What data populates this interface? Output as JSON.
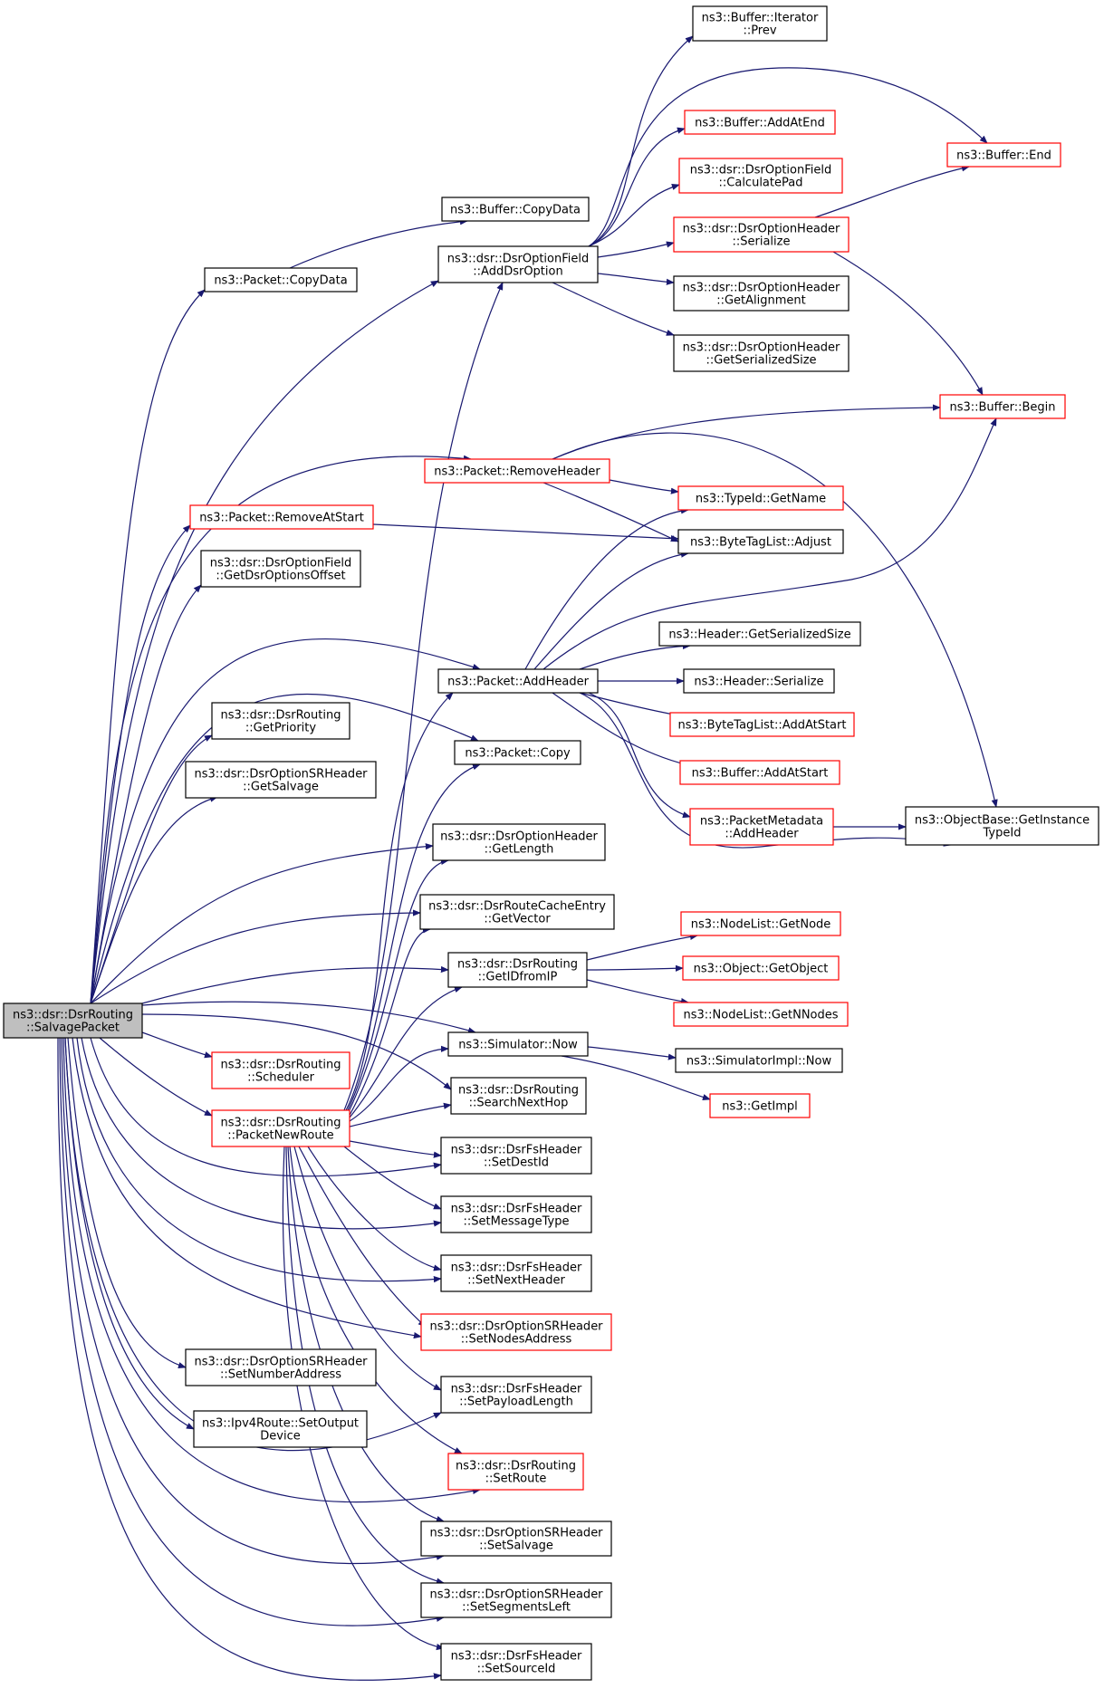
{
  "colors": {
    "edge": "#191970",
    "border_default": "#000000",
    "border_clickable": "#ff0000",
    "root_fill": "#bfbfbf"
  },
  "nodes": {
    "root": {
      "lines": [
        "ns3::dsr::DsrRouting",
        "::SalvagePacket"
      ],
      "style": "root"
    },
    "buf_prev": {
      "lines": [
        "ns3::Buffer::Iterator",
        "::Prev"
      ],
      "style": "black"
    },
    "buf_addatend": {
      "lines": [
        "ns3::Buffer::AddAtEnd"
      ],
      "style": "red"
    },
    "buf_end": {
      "lines": [
        "ns3::Buffer::End"
      ],
      "style": "red"
    },
    "calcpad": {
      "lines": [
        "ns3::dsr::DsrOptionField",
        "::CalculatePad"
      ],
      "style": "red"
    },
    "buf_copydata": {
      "lines": [
        "ns3::Buffer::CopyData"
      ],
      "style": "black"
    },
    "pkt_copydata": {
      "lines": [
        "ns3::Packet::CopyData"
      ],
      "style": "black"
    },
    "adddsroption": {
      "lines": [
        "ns3::dsr::DsrOptionField",
        "::AddDsrOption"
      ],
      "style": "black"
    },
    "ohdr_serialize": {
      "lines": [
        "ns3::dsr::DsrOptionHeader",
        "::Serialize"
      ],
      "style": "red"
    },
    "ohdr_getalign": {
      "lines": [
        "ns3::dsr::DsrOptionHeader",
        "::GetAlignment"
      ],
      "style": "black"
    },
    "ohdr_getsersize": {
      "lines": [
        "ns3::dsr::DsrOptionHeader",
        "::GetSerializedSize"
      ],
      "style": "black"
    },
    "buf_begin": {
      "lines": [
        "ns3::Buffer::Begin"
      ],
      "style": "red"
    },
    "pkt_removeheader": {
      "lines": [
        "ns3::Packet::RemoveHeader"
      ],
      "style": "red"
    },
    "typeid_getname": {
      "lines": [
        "ns3::TypeId::GetName"
      ],
      "style": "red"
    },
    "pkt_removeatstart": {
      "lines": [
        "ns3::Packet::RemoveAtStart"
      ],
      "style": "red"
    },
    "btl_adjust": {
      "lines": [
        "ns3::ByteTagList::Adjust"
      ],
      "style": "black"
    },
    "getdsroptionsoffset": {
      "lines": [
        "ns3::dsr::DsrOptionField",
        "::GetDsrOptionsOffset"
      ],
      "style": "black"
    },
    "hdr_getsersize": {
      "lines": [
        "ns3::Header::GetSerializedSize"
      ],
      "style": "black"
    },
    "pkt_addheader": {
      "lines": [
        "ns3::Packet::AddHeader"
      ],
      "style": "black"
    },
    "hdr_serialize": {
      "lines": [
        "ns3::Header::Serialize"
      ],
      "style": "black"
    },
    "dsr_getpriority": {
      "lines": [
        "ns3::dsr::DsrRouting",
        "::GetPriority"
      ],
      "style": "black"
    },
    "btl_addatstart": {
      "lines": [
        "ns3::ByteTagList::AddAtStart"
      ],
      "style": "red"
    },
    "pkt_copy": {
      "lines": [
        "ns3::Packet::Copy"
      ],
      "style": "black"
    },
    "srh_getsalvage": {
      "lines": [
        "ns3::dsr::DsrOptionSRHeader",
        "::GetSalvage"
      ],
      "style": "black"
    },
    "buf_addatstart": {
      "lines": [
        "ns3::Buffer::AddAtStart"
      ],
      "style": "red"
    },
    "pm_addheader": {
      "lines": [
        "ns3::PacketMetadata",
        "::AddHeader"
      ],
      "style": "red"
    },
    "ob_getinstancetypeid": {
      "lines": [
        "ns3::ObjectBase::GetInstance",
        "TypeId"
      ],
      "style": "black"
    },
    "ohdr_getlength": {
      "lines": [
        "ns3::dsr::DsrOptionHeader",
        "::GetLength"
      ],
      "style": "black"
    },
    "rce_getvector": {
      "lines": [
        "ns3::dsr::DsrRouteCacheEntry",
        "::GetVector"
      ],
      "style": "black"
    },
    "nl_getnode": {
      "lines": [
        "ns3::NodeList::GetNode"
      ],
      "style": "red"
    },
    "dsr_getidfromip": {
      "lines": [
        "ns3::dsr::DsrRouting",
        "::GetIDfromIP"
      ],
      "style": "black"
    },
    "obj_getobject": {
      "lines": [
        "ns3::Object::GetObject"
      ],
      "style": "red"
    },
    "nl_getnnodes": {
      "lines": [
        "ns3::NodeList::GetNNodes"
      ],
      "style": "red"
    },
    "sim_now": {
      "lines": [
        "ns3::Simulator::Now"
      ],
      "style": "black"
    },
    "simimpl_now": {
      "lines": [
        "ns3::SimulatorImpl::Now"
      ],
      "style": "black"
    },
    "dsr_scheduler": {
      "lines": [
        "ns3::dsr::DsrRouting",
        "::Scheduler"
      ],
      "style": "red"
    },
    "dsr_searchnexthop": {
      "lines": [
        "ns3::dsr::DsrRouting",
        "::SearchNextHop"
      ],
      "style": "black"
    },
    "getimpl": {
      "lines": [
        "ns3::GetImpl"
      ],
      "style": "red"
    },
    "dsr_packetnewroute": {
      "lines": [
        "ns3::dsr::DsrRouting",
        "::PacketNewRoute"
      ],
      "style": "red"
    },
    "fs_setdestid": {
      "lines": [
        "ns3::dsr::DsrFsHeader",
        "::SetDestId"
      ],
      "style": "black"
    },
    "fs_setmessagetype": {
      "lines": [
        "ns3::dsr::DsrFsHeader",
        "::SetMessageType"
      ],
      "style": "black"
    },
    "fs_setnextheader": {
      "lines": [
        "ns3::dsr::DsrFsHeader",
        "::SetNextHeader"
      ],
      "style": "black"
    },
    "srh_setnodesaddress": {
      "lines": [
        "ns3::dsr::DsrOptionSRHeader",
        "::SetNodesAddress"
      ],
      "style": "red"
    },
    "srh_setnumberaddress": {
      "lines": [
        "ns3::dsr::DsrOptionSRHeader",
        "::SetNumberAddress"
      ],
      "style": "black"
    },
    "fs_setpayloadlength": {
      "lines": [
        "ns3::dsr::DsrFsHeader",
        "::SetPayloadLength"
      ],
      "style": "black"
    },
    "ipv4r_setoutputdevice": {
      "lines": [
        "ns3::Ipv4Route::SetOutput",
        "Device"
      ],
      "style": "black"
    },
    "dsr_setroute": {
      "lines": [
        "ns3::dsr::DsrRouting",
        "::SetRoute"
      ],
      "style": "red"
    },
    "srh_setsalvage": {
      "lines": [
        "ns3::dsr::DsrOptionSRHeader",
        "::SetSalvage"
      ],
      "style": "black"
    },
    "srh_setsegmentsleft": {
      "lines": [
        "ns3::dsr::DsrOptionSRHeader",
        "::SetSegmentsLeft"
      ],
      "style": "black"
    },
    "fs_setsourceid": {
      "lines": [
        "ns3::dsr::DsrFsHeader",
        "::SetSourceId"
      ],
      "style": "black"
    }
  }
}
